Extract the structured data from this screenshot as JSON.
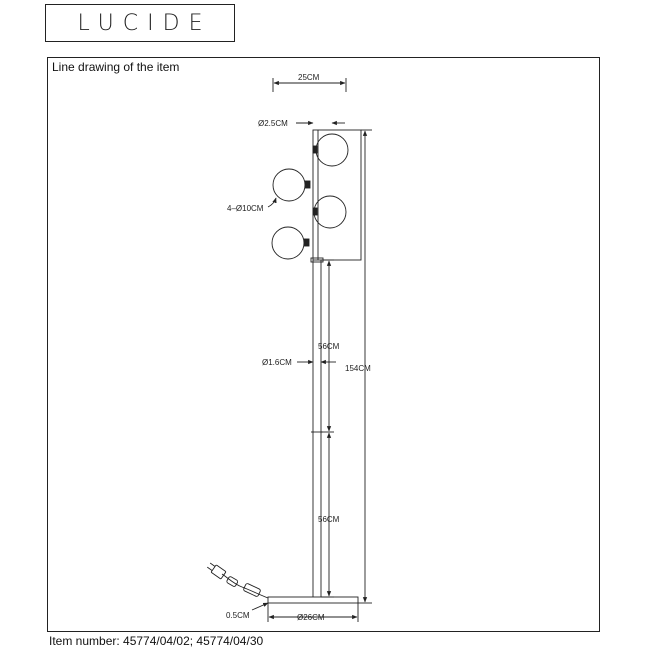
{
  "brand": {
    "logo_text": "LUCIDE"
  },
  "caption": "Line drawing of the item",
  "item_number": "Item number: 45774/04/02; 45774/04/30",
  "dimensions": {
    "top_width": "25CM",
    "arm_diameter": "Ø2.5CM",
    "globes": "4–Ø10CM",
    "upper_section": "56CM",
    "pole_diameter": "Ø1.6CM",
    "total_height": "154CM",
    "lower_section": "56CM",
    "base_thickness": "0.5CM",
    "base_diameter": "Ø26CM"
  }
}
